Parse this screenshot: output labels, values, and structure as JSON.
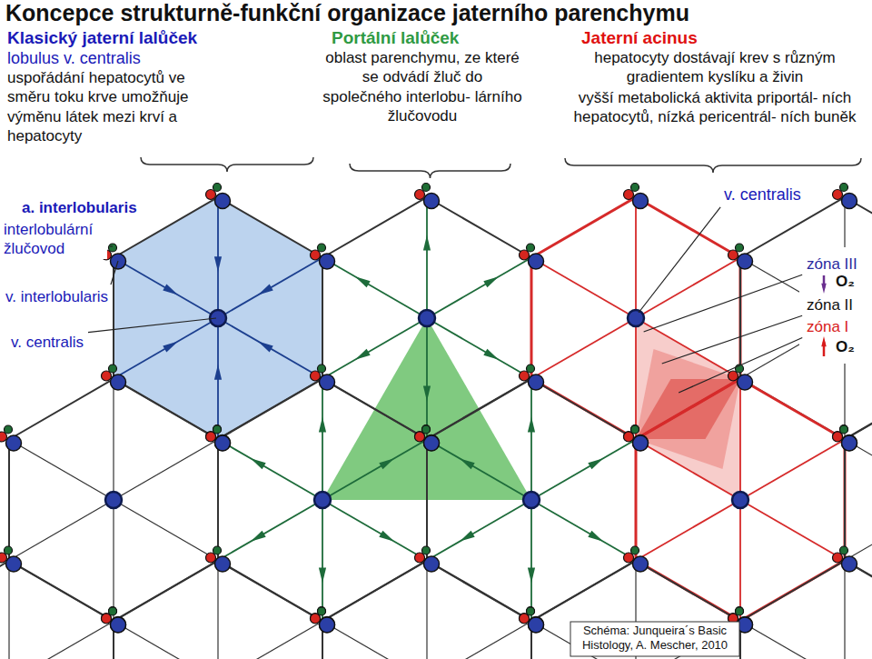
{
  "diagram": {
    "title": "Koncepce  strukturně-funkční organizace jaterního parenchymu",
    "caption": "Schéma: Junqueira´s Basic Histology, A. Mescher, 2010",
    "labels": [
      "Klasický jaterní lalůček",
      "lobulus v. centralis",
      "uspořádání hepatocytů ve směru toku krve umožňuje výměnu látek mezi krví a hepatocyty",
      "Portální lalůček",
      "oblast parenchymu, ze které se odvádí žluč do společného interlobu- lárního žlučovodu",
      "Jaterní acinus",
      "hepatocyty dostávají krev s různým gradientem kyslíku a živin",
      "vyšší metabolická aktivita priportál- ních hepatocytů, nízká pericentrál- ních buněk",
      "a. interlobularis",
      "interlobulární žlučovod",
      "v. interlobularis",
      "v. centralis",
      "v. centralis",
      "zóna III",
      "O₂",
      "zóna II",
      "zóna I",
      "O₂"
    ]
  }
}
